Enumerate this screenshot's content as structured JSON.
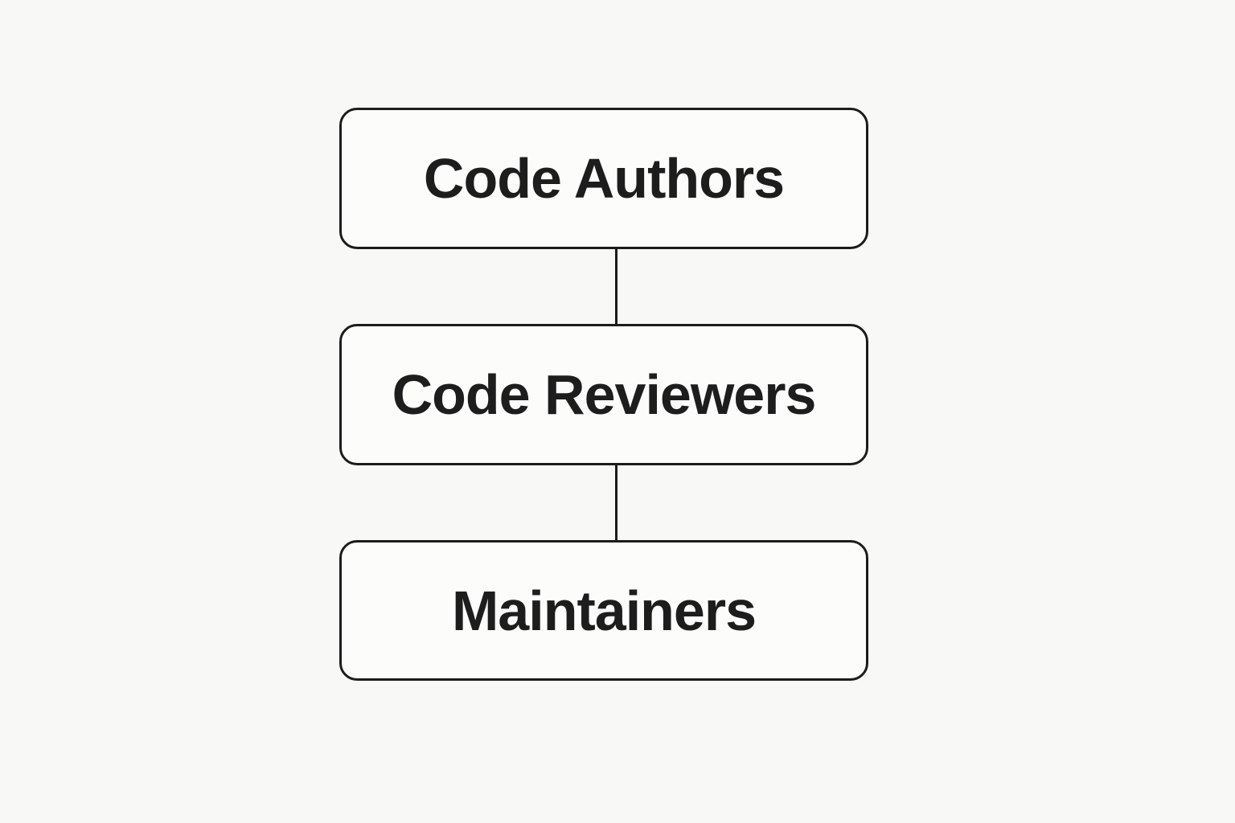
{
  "diagram": {
    "type": "flowchart",
    "orientation": "vertical",
    "nodes": [
      {
        "id": "code-authors",
        "label": "Code Authors"
      },
      {
        "id": "code-reviewers",
        "label": "Code Reviewers"
      },
      {
        "id": "maintainers",
        "label": "Maintainers"
      }
    ],
    "edges": [
      {
        "from": "code-authors",
        "to": "code-reviewers"
      },
      {
        "from": "code-reviewers",
        "to": "maintainers"
      }
    ],
    "colors": {
      "background": "#f8f8f6",
      "node_fill": "#fcfcfb",
      "node_border": "#1c1c1c",
      "text": "#1d1d1d"
    }
  }
}
